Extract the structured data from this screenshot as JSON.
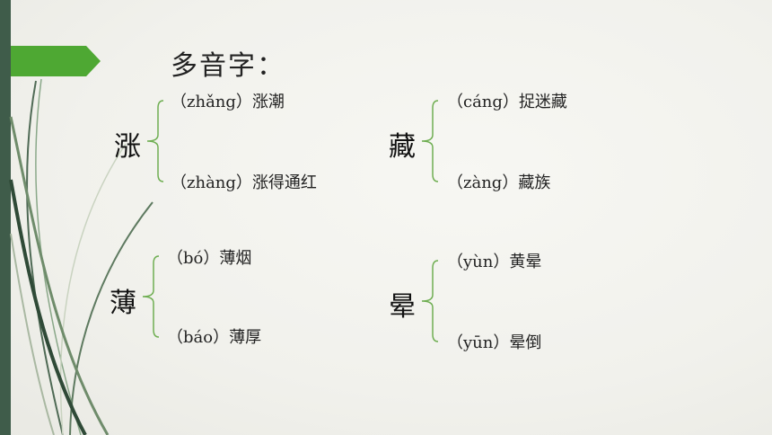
{
  "title": "多音字：",
  "groups": [
    {
      "char": "涨",
      "readings": [
        {
          "pinyin": "（zhǎng）",
          "word": "涨潮"
        },
        {
          "pinyin": "（zhàng）",
          "word": "涨得通红"
        }
      ]
    },
    {
      "char": "藏",
      "readings": [
        {
          "pinyin": "（cáng）",
          "word": "捉迷藏"
        },
        {
          "pinyin": "（zàng）",
          "word": "藏族"
        }
      ]
    },
    {
      "char": "薄",
      "readings": [
        {
          "pinyin": "（bó）",
          "word": "薄烟"
        },
        {
          "pinyin": "（báo）",
          "word": "薄厚"
        }
      ]
    },
    {
      "char": "晕",
      "readings": [
        {
          "pinyin": "（yùn）",
          "word": "黄晕"
        },
        {
          "pinyin": "（yūn）",
          "word": "晕倒"
        }
      ]
    }
  ],
  "colors": {
    "accent_green": "#4ea833",
    "dark_green": "#3f5c4a",
    "brace_green": "#6fae52"
  }
}
